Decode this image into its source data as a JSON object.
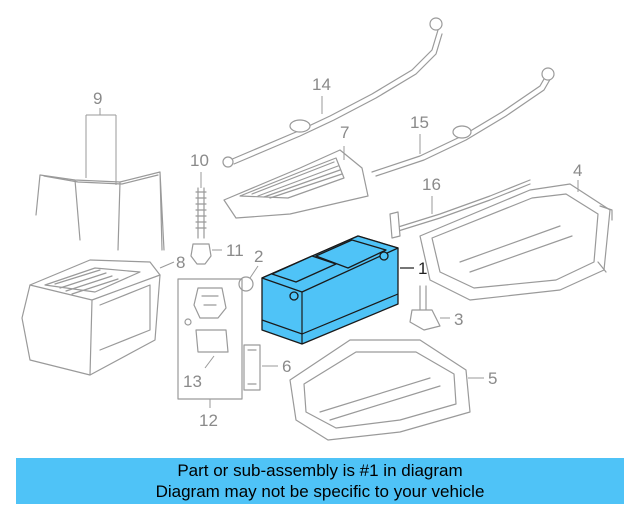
{
  "colors": {
    "highlight": "#4fc3f7",
    "banner": "#4fc3f7",
    "line": "#9a9a9a"
  },
  "callouts": {
    "c1": "1",
    "c2": "2",
    "c3": "3",
    "c4": "4",
    "c5": "5",
    "c6": "6",
    "c7": "7",
    "c8": "8",
    "c9": "9",
    "c10": "10",
    "c11": "11",
    "c12": "12",
    "c13": "13",
    "c14": "14",
    "c15": "15",
    "c16": "16"
  },
  "banner": {
    "line1": "Part or sub-assembly is #1 in diagram",
    "line2": "Diagram may not be specific to your vehicle"
  }
}
